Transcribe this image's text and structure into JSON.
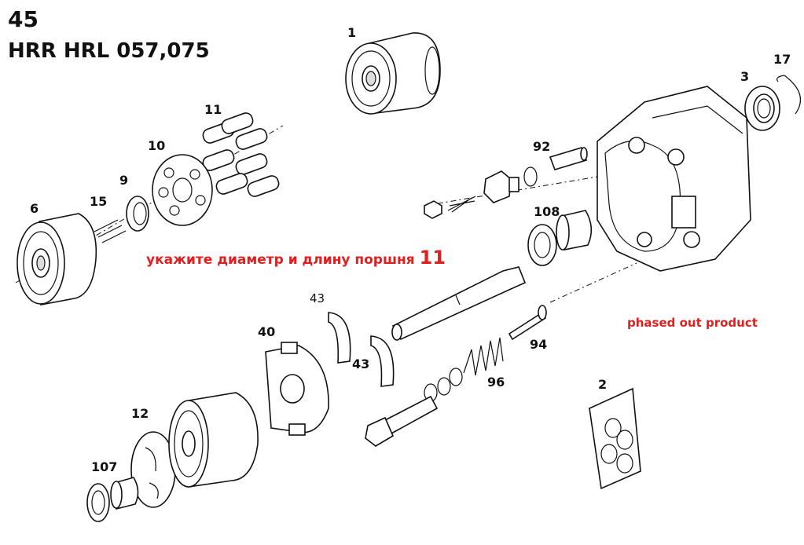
{
  "header": {
    "number": "45",
    "model": "HRR HRL 057,075"
  },
  "note": {
    "text": "укажите диаметр и длину поршня",
    "part_ref": "11"
  },
  "status": {
    "text": "phased out product"
  },
  "labels": {
    "p1": "1",
    "p17": "17",
    "p3": "3",
    "p11": "11",
    "p10": "10",
    "p92": "92",
    "p9": "9",
    "p6": "6",
    "p15": "15",
    "p108": "108",
    "p43a": "43",
    "p40": "40",
    "p43b": "43",
    "p94": "94",
    "p96": "96",
    "p2": "2",
    "p12": "12",
    "p107": "107"
  }
}
